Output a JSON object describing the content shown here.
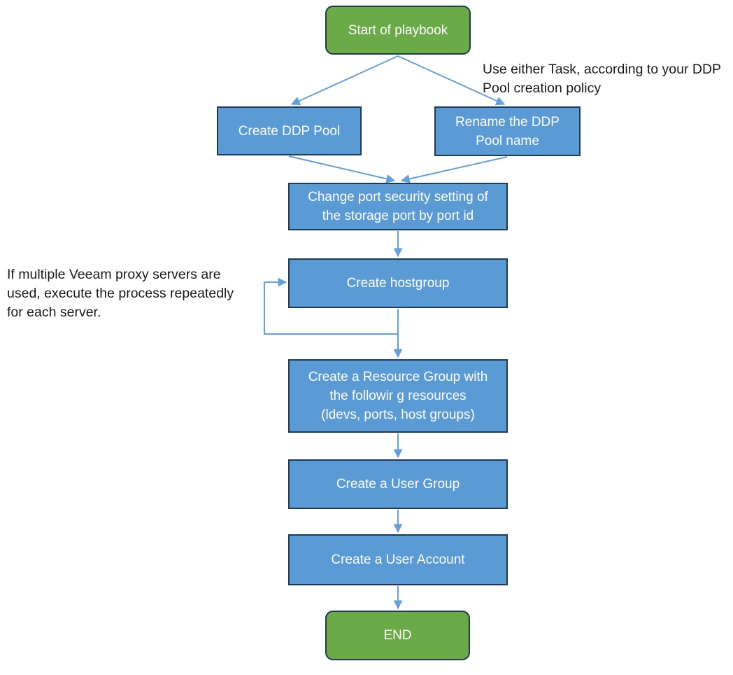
{
  "diagram": {
    "type": "flowchart",
    "description": "Playbook flow for DDP pool, port security, hostgroup, resource group and user provisioning"
  },
  "nodes": {
    "start": {
      "label": "Start of playbook",
      "shape": "terminator"
    },
    "create_ddp_pool": {
      "label": "Create DDP Pool",
      "shape": "process"
    },
    "rename_ddp_pool": {
      "label": "Rename the DDP\nPool name",
      "shape": "process"
    },
    "change_port_security": {
      "label": "Change port security setting of\nthe storage port by port id",
      "shape": "process"
    },
    "create_hostgroup": {
      "label": "Create hostgroup",
      "shape": "process"
    },
    "create_resource_group": {
      "label": "Create a Resource Group with\nthe followir g resources\n(ldevs, ports, host groups)",
      "shape": "process"
    },
    "create_user_group": {
      "label": "Create a User Group",
      "shape": "process"
    },
    "create_user_account": {
      "label": "Create a User Account",
      "shape": "process"
    },
    "end": {
      "label": "END",
      "shape": "terminator"
    }
  },
  "annotations": {
    "ddp_task_note": "Use either Task, according to your DDP\nPool creation policy",
    "proxy_loop_note": "If multiple Veeam proxy servers are\nused, execute the process repeatedly\nfor each server."
  },
  "edges": [
    {
      "from": "start",
      "to": "create_ddp_pool",
      "type": "arrow"
    },
    {
      "from": "start",
      "to": "rename_ddp_pool",
      "type": "arrow"
    },
    {
      "from": "create_ddp_pool",
      "to": "change_port_security",
      "type": "arrow"
    },
    {
      "from": "rename_ddp_pool",
      "to": "change_port_security",
      "type": "arrow"
    },
    {
      "from": "change_port_security",
      "to": "create_hostgroup",
      "type": "arrow"
    },
    {
      "from": "create_hostgroup",
      "to": "create_resource_group",
      "type": "arrow"
    },
    {
      "from": "create_hostgroup",
      "to": "create_hostgroup",
      "type": "loop-back"
    },
    {
      "from": "create_resource_group",
      "to": "create_user_group",
      "type": "arrow"
    },
    {
      "from": "create_user_group",
      "to": "create_user_account",
      "type": "arrow"
    },
    {
      "from": "create_user_account",
      "to": "end",
      "type": "arrow"
    }
  ],
  "colors": {
    "terminator_fill": "#6bab47",
    "process_fill": "#5b9bd5",
    "node_border": "#1f3a52",
    "arrow": "#64a0da",
    "node_text": "#ffffff",
    "note_text": "#1a1a1a",
    "background": "#ffffff"
  }
}
